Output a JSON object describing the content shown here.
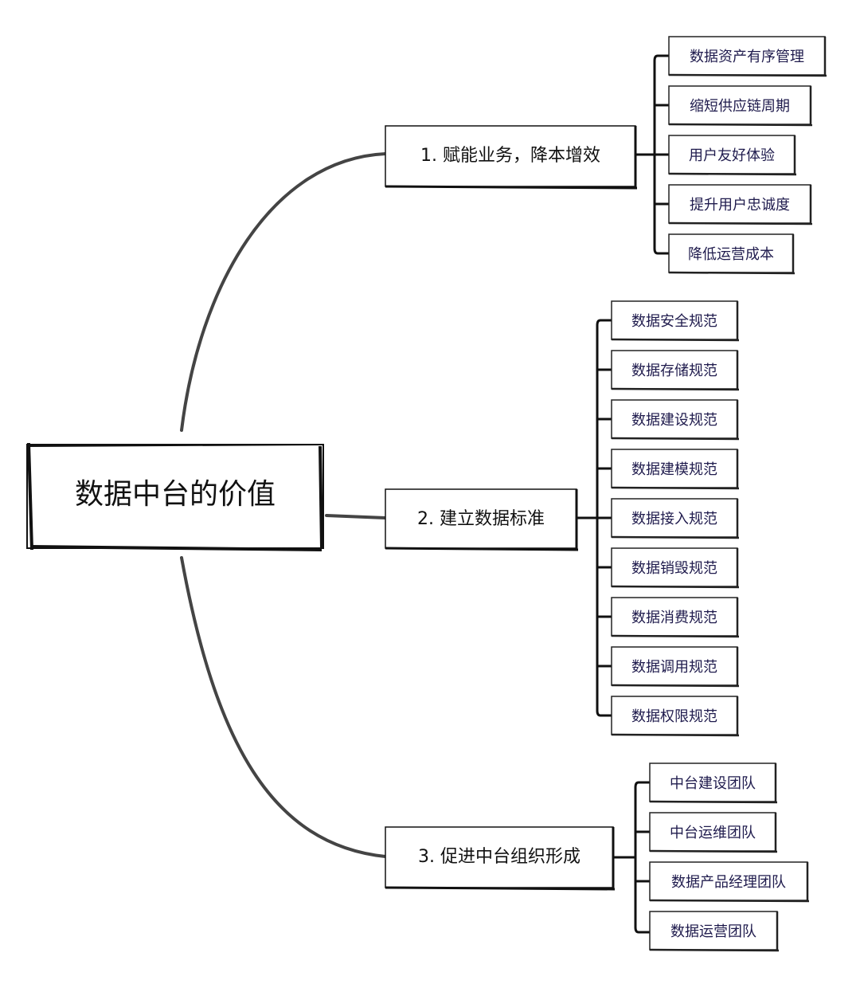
{
  "root": {
    "label": "数据中台的价值"
  },
  "branches": [
    {
      "label": "1. 赋能业务，降本增效",
      "children": [
        "数据资产有序管理",
        "缩短供应链周期",
        "用户友好体验",
        "提升用户忠诚度",
        "降低运营成本"
      ]
    },
    {
      "label": "2. 建立数据标准",
      "children": [
        "数据安全规范",
        "数据存储规范",
        "数据建设规范",
        "数据建模规范",
        "数据接入规范",
        "数据销毁规范",
        "数据消费规范",
        "数据调用规范",
        "数据权限规范"
      ]
    },
    {
      "label": "3. 促进中台组织形成",
      "children": [
        "中台建设团队",
        "中台运维团队",
        "数据产品经理团队",
        "数据运营团队"
      ]
    }
  ],
  "colors": {
    "line": "#444444",
    "box": "#111111",
    "leaf_text": "#1f1b4d"
  }
}
